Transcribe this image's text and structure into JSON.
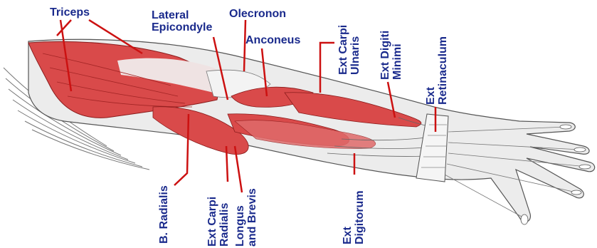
{
  "colors": {
    "label": "#1a2a8c",
    "leader": "#cc1111",
    "muscle": "#d94a4a",
    "muscle_dark": "#a32525",
    "tendon": "#ededed",
    "outline": "#555555"
  },
  "labels": {
    "triceps": "Triceps",
    "lateral_epicondyle": [
      "Lateral",
      "Epicondyle"
    ],
    "olecronon": "Olecronon",
    "anconeus": "Anconeus",
    "ext_carpi_ulnaris": [
      "Ext Carpi",
      "Ulnaris"
    ],
    "ext_digiti_minimi": [
      "Ext Digiti",
      "Minimi"
    ],
    "ext_retinaculum": [
      "Ext",
      "Retinaculum"
    ],
    "b_radialis": "B. Radialis",
    "ext_carpi_radialis": [
      "Ext  Carpi",
      "Radialis"
    ],
    "longus_brevis": [
      "Longus",
      "and Brevis"
    ],
    "ext_digitorum": [
      "Ext",
      "Digitorum"
    ]
  }
}
